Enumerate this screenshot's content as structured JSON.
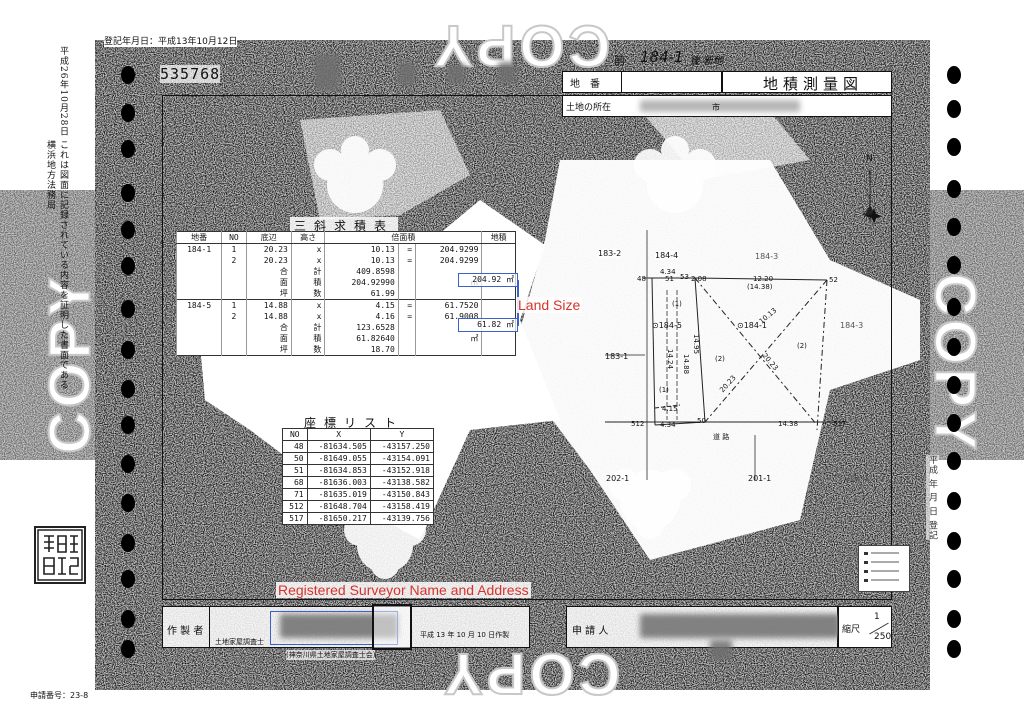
{
  "header": {
    "registration_date": "登記年月日：平成13年10月12日",
    "doc_number": "535768",
    "lot_label": "地　番",
    "lot_prefix": "前",
    "lot_number": "184-1",
    "lot_note": "後 新地",
    "location_label": "土地の所在",
    "location_suffix": "市",
    "title": "地積測量図"
  },
  "left_margin": {
    "certification_text": "平成26年10月28日 これは図面に記録されている内容を証明した書面である",
    "office_text": "横浜地方法務局",
    "seal_text": "横浜地方法務局印"
  },
  "area_table": {
    "title": "三斜求積表",
    "headers": [
      "地番",
      "NO",
      "底辺",
      "高さ",
      "倍面積",
      "地積"
    ],
    "rows": [
      [
        "184-1",
        "1",
        "20.23",
        "x",
        "10.13",
        "=",
        "204.9299",
        ""
      ],
      [
        "",
        "2",
        "20.23",
        "x",
        "10.13",
        "=",
        "204.9299",
        ""
      ],
      [
        "",
        "",
        "合",
        "計",
        "409.8598",
        "",
        "",
        ""
      ],
      [
        "",
        "",
        "面",
        "積",
        "204.92990",
        "",
        "㎡",
        ""
      ],
      [
        "",
        "",
        "坪",
        "数",
        "61.99",
        "",
        "",
        ""
      ],
      [
        "184-5",
        "1",
        "14.88",
        "x",
        "4.15",
        "=",
        "61.7520",
        ""
      ],
      [
        "",
        "2",
        "14.88",
        "x",
        "4.16",
        "=",
        "61.9008",
        ""
      ],
      [
        "",
        "",
        "合",
        "計",
        "123.6528",
        "",
        "",
        ""
      ],
      [
        "",
        "",
        "面",
        "積",
        "61.82640",
        "",
        "㎡",
        ""
      ],
      [
        "",
        "",
        "坪",
        "数",
        "18.70",
        "",
        "",
        ""
      ]
    ],
    "land_size_1": "204.92 ㎡",
    "land_size_2": "61.82 ㎡"
  },
  "coord_table": {
    "title": "座標リスト",
    "headers": [
      "NO",
      "X",
      "Y"
    ],
    "rows": [
      [
        "48",
        "-81634.505",
        "-43157.250"
      ],
      [
        "50",
        "-81649.055",
        "-43154.091"
      ],
      [
        "51",
        "-81634.853",
        "-43152.918"
      ],
      [
        "68",
        "-81636.003",
        "-43138.582"
      ],
      [
        "71",
        "-81635.019",
        "-43150.843"
      ],
      [
        "512",
        "-81648.704",
        "-43158.419"
      ],
      [
        "517",
        "-81650.217",
        "-43139.756"
      ]
    ]
  },
  "plan": {
    "north": "N",
    "lots": {
      "top_left": "183-2",
      "top_mid": "184-4",
      "top_right": "184-3",
      "mid_left": "183-1",
      "lot_a": "⊙184-5",
      "lot_b": "⊙184-1",
      "right": "184-3",
      "bottom_left": "202-1",
      "bottom_mid": "201-1",
      "bottom_right": "201-4"
    },
    "points": [
      "48",
      "51",
      "53",
      "52",
      "512",
      "517",
      "50"
    ],
    "dims": [
      "4.34",
      "2.08",
      "12.20",
      "(14.38)",
      "14.95",
      "14.24",
      "14.88",
      "10.13",
      "20.23",
      "4.15",
      "4.34",
      "14.38",
      "20.23"
    ],
    "region_marks": [
      "(1)",
      "(2)",
      "(1)",
      "(2)"
    ],
    "road_label": "道 路"
  },
  "footer": {
    "maker_label": "作 製 者",
    "maker_sub": "土地家屋調査士",
    "date_text": "平成 13 年 10 月 10 日作製",
    "association": "(神奈川県土地家屋調査士会)",
    "applicant_label": "申 請 人",
    "scale_label": "縮尺",
    "scale_top": "1",
    "scale_bottom": "250"
  },
  "annotations": {
    "land_size": "Land Size",
    "surveyor": "Registered Surveyor Name and Address"
  },
  "right_margin_text": "平成 年 月 日 登記",
  "watermark": "COPY",
  "application_number": "申請番号：23-8"
}
